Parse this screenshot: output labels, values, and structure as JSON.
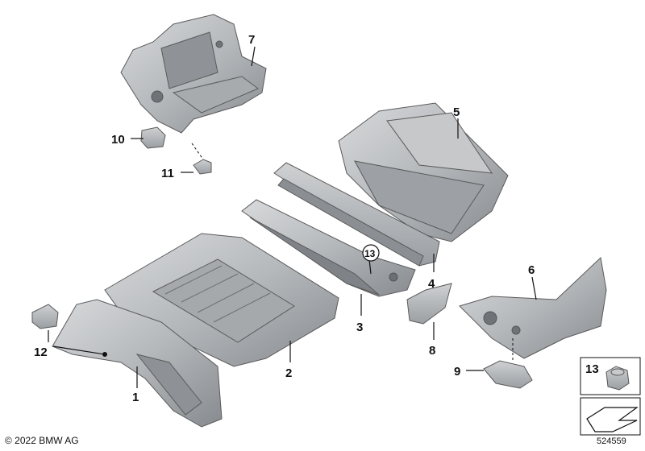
{
  "callouts": {
    "c1": "1",
    "c2": "2",
    "c3": "3",
    "c4": "4",
    "c5": "5",
    "c6": "6",
    "c7": "7",
    "c8": "8",
    "c9": "9",
    "c10": "10",
    "c11": "11",
    "c12": "12",
    "c13": "13"
  },
  "legend_box": {
    "label": "13"
  },
  "copyright": "© 2022 BMW AG",
  "document_number": "524559",
  "colors": {
    "part_fill": "#b9bcbf",
    "part_shade": "#8e9296",
    "part_light": "#d9dbdd",
    "ink": "#111111"
  }
}
